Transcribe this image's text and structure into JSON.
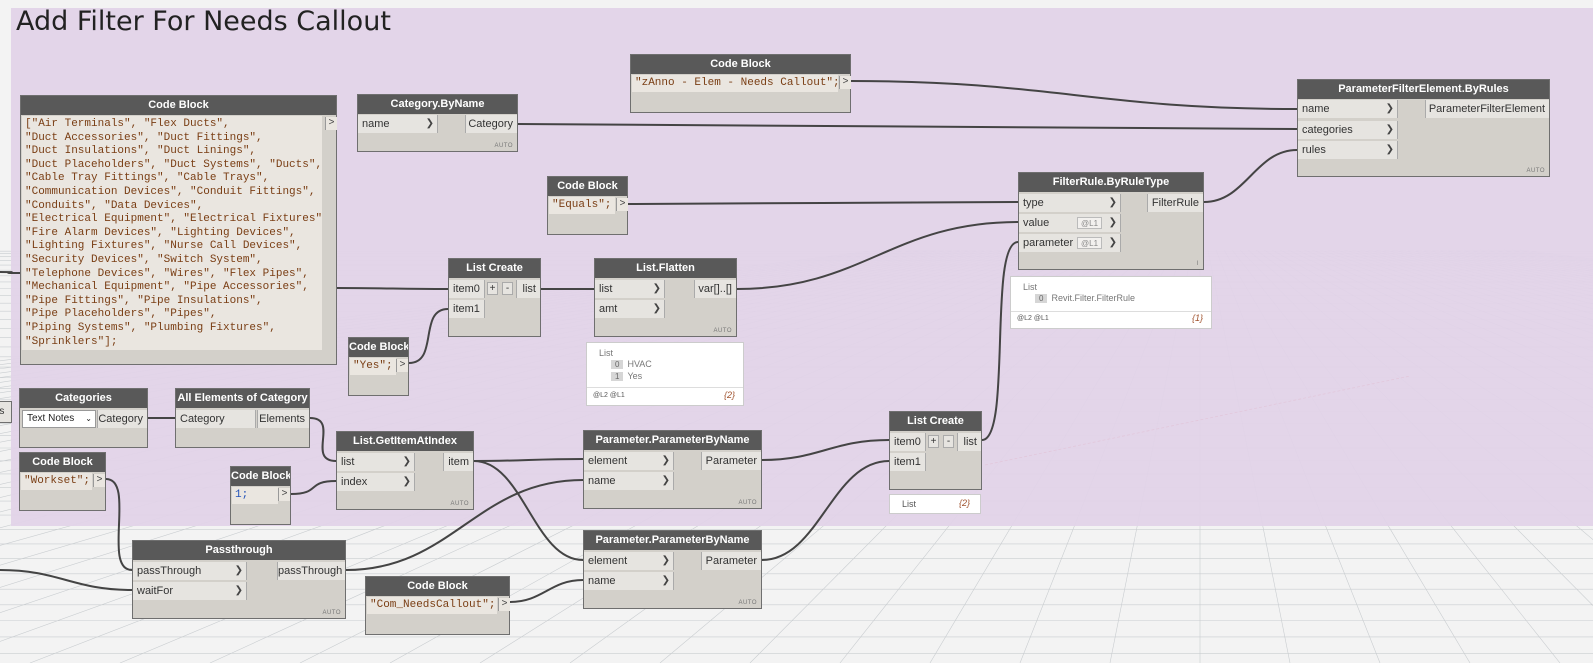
{
  "group": {
    "title": "Add Filter For Needs Callout",
    "color": "#e2d3e8"
  },
  "nodes": {
    "code_zanno": {
      "title": "Code Block",
      "code": "\"zAnno - Elem - Needs Callout\";",
      "out": ">"
    },
    "code_categories": {
      "title": "Code Block",
      "code": "[\"Air Terminals\", \"Flex Ducts\",\n\"Duct Accessories\", \"Duct Fittings\",\n\"Duct Insulations\", \"Duct Linings\",\n\"Duct Placeholders\", \"Duct Systems\", \"Ducts\",\n\"Cable Tray Fittings\", \"Cable Trays\",\n\"Communication Devices\", \"Conduit Fittings\",\n\"Conduits\", \"Data Devices\",\n\"Electrical Equipment\", \"Electrical Fixtures\",\n\"Fire Alarm Devices\", \"Lighting Devices\",\n\"Lighting Fixtures\", \"Nurse Call Devices\",\n\"Security Devices\", \"Switch System\",\n\"Telephone Devices\", \"Wires\", \"Flex Pipes\",\n\"Mechanical Equipment\", \"Pipe Accessories\",\n\"Pipe Fittings\", \"Pipe Insulations\",\n\"Pipe Placeholders\", \"Pipes\",\n\"Piping Systems\", \"Plumbing Fixtures\",\n\"Sprinklers\"];",
      "out": ">"
    },
    "category_byname": {
      "title": "Category.ByName",
      "in": [
        "name"
      ],
      "out": "Category",
      "auto": "AUTO"
    },
    "code_equals": {
      "title": "Code Block",
      "code": "\"Equals\";",
      "out": ">"
    },
    "pfe_byrules": {
      "title": "ParameterFilterElement.ByRules",
      "in": [
        "name",
        "categories",
        "rules"
      ],
      "out": "ParameterFilterElement",
      "auto": "AUTO"
    },
    "filterrule": {
      "title": "FilterRule.ByRuleType",
      "in": [
        "type",
        "value",
        "parameter"
      ],
      "out": "FilterRule",
      "lacing": "@L1",
      "mark": "I"
    },
    "list_create_1": {
      "title": "List Create",
      "in": [
        "item0",
        "item1"
      ],
      "out": "list",
      "plus": "+",
      "minus": "-"
    },
    "list_flatten": {
      "title": "List.Flatten",
      "in": [
        "list",
        "amt"
      ],
      "out": "var[]..[]",
      "auto": "AUTO"
    },
    "code_yes": {
      "title": "Code Block",
      "code": "\"Yes\";",
      "out": ">"
    },
    "categories": {
      "title": "Categories",
      "selected": "Text Notes",
      "out": "Category"
    },
    "all_elements": {
      "title": "All Elements of Category",
      "in": [
        "Category"
      ],
      "out": "Elements"
    },
    "code_workset": {
      "title": "Code Block",
      "code": "\"Workset\";",
      "out": ">"
    },
    "code_one": {
      "title": "Code Block",
      "code": "1;",
      "out": ">"
    },
    "getitem": {
      "title": "List.GetItemAtIndex",
      "in": [
        "list",
        "index"
      ],
      "out": "item",
      "auto": "AUTO"
    },
    "param_1": {
      "title": "Parameter.ParameterByName",
      "in": [
        "element",
        "name"
      ],
      "out": "Parameter",
      "auto": "AUTO"
    },
    "param_2": {
      "title": "Parameter.ParameterByName",
      "in": [
        "element",
        "name"
      ],
      "out": "Parameter",
      "auto": "AUTO"
    },
    "list_create_2": {
      "title": "List Create",
      "in": [
        "item0",
        "item1"
      ],
      "out": "list",
      "plus": "+",
      "minus": "-"
    },
    "passthrough": {
      "title": "Passthrough",
      "in": [
        "passThrough",
        "waitFor"
      ],
      "out": "passThrough",
      "auto": "AUTO"
    },
    "code_comneeds": {
      "title": "Code Block",
      "code": "\"Com_NeedsCallout\";",
      "out": ">"
    }
  },
  "previews": {
    "filterrule": {
      "header": "List",
      "idx": "0",
      "item": "Revit.Filter.FilterRule",
      "levels": "@L2 @L1",
      "count": "{1}"
    },
    "flatten": {
      "header": "List",
      "items": [
        {
          "idx": "0",
          "text": "HVAC"
        },
        {
          "idx": "1",
          "text": "Yes"
        }
      ],
      "levels": "@L2 @L1",
      "count": "{2}"
    },
    "listcreate2": {
      "header": "List",
      "count": "{2}"
    }
  },
  "offscreen": {
    "label": "tes"
  }
}
